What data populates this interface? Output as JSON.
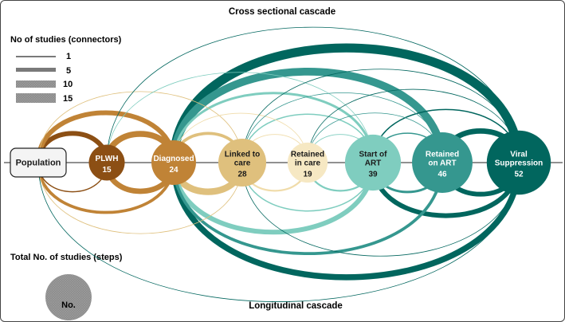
{
  "titles": {
    "top": "Cross sectional cascade",
    "bottom": "Longitudinal cascade"
  },
  "legend_connectors": {
    "title": "No of studies (connectors)",
    "items": [
      {
        "label": "1",
        "studies": 1
      },
      {
        "label": "5",
        "studies": 5
      },
      {
        "label": "10",
        "studies": 10
      },
      {
        "label": "15",
        "studies": 15
      }
    ]
  },
  "legend_steps": {
    "title": "Total No. of studies (steps)",
    "symbol_label": "No."
  },
  "nodes": [
    {
      "id": "population",
      "lines": [
        "Population"
      ],
      "count": "",
      "color": "#f4f4f4"
    },
    {
      "id": "plwh",
      "lines": [
        "PLWH"
      ],
      "count": "15",
      "color": "#8c4f14"
    },
    {
      "id": "diagnosed",
      "lines": [
        "Diagnosed"
      ],
      "count": "24",
      "color": "#c08336"
    },
    {
      "id": "linked",
      "lines": [
        "Linked to",
        "care"
      ],
      "count": "28",
      "color": "#dfc07d"
    },
    {
      "id": "retained_care",
      "lines": [
        "Retained",
        "in care"
      ],
      "count": "19",
      "color": "#f6e8c3"
    },
    {
      "id": "start_art",
      "lines": [
        "Start of",
        "ART"
      ],
      "count": "39",
      "color": "#7fcdbf"
    },
    {
      "id": "retained_art",
      "lines": [
        "Retained",
        "on ART"
      ],
      "count": "46",
      "color": "#35978f"
    },
    {
      "id": "viral",
      "lines": [
        "Viral",
        "Suppression"
      ],
      "count": "52",
      "color": "#01665e"
    }
  ],
  "connectors": [
    {
      "from": "population",
      "to": "plwh",
      "side": "top",
      "studies": 8
    },
    {
      "from": "population",
      "to": "plwh",
      "side": "bottom",
      "studies": 2
    },
    {
      "from": "population",
      "to": "diagnosed",
      "side": "top",
      "studies": 8
    },
    {
      "from": "population",
      "to": "diagnosed",
      "side": "bottom",
      "studies": 5
    },
    {
      "from": "population",
      "to": "linked",
      "side": "top",
      "studies": 1
    },
    {
      "from": "population",
      "to": "linked",
      "side": "bottom",
      "studies": 1
    },
    {
      "from": "population",
      "to": "viral",
      "side": "bottom",
      "studies": 1
    },
    {
      "from": "plwh",
      "to": "diagnosed",
      "side": "top",
      "studies": 10
    },
    {
      "from": "plwh",
      "to": "diagnosed",
      "side": "bottom",
      "studies": 9
    },
    {
      "from": "plwh",
      "to": "start_art",
      "side": "top",
      "studies": 1
    },
    {
      "from": "plwh",
      "to": "viral",
      "side": "top",
      "studies": 1
    },
    {
      "from": "diagnosed",
      "to": "linked",
      "side": "top",
      "studies": 5
    },
    {
      "from": "diagnosed",
      "to": "linked",
      "side": "bottom",
      "studies": 11
    },
    {
      "from": "diagnosed",
      "to": "retained_care",
      "side": "top",
      "studies": 1
    },
    {
      "from": "diagnosed",
      "to": "start_art",
      "side": "top",
      "studies": 4
    },
    {
      "from": "diagnosed",
      "to": "start_art",
      "side": "bottom",
      "studies": 8
    },
    {
      "from": "diagnosed",
      "to": "retained_art",
      "side": "top",
      "studies": 13
    },
    {
      "from": "diagnosed",
      "to": "retained_art",
      "side": "bottom",
      "studies": 5
    },
    {
      "from": "diagnosed",
      "to": "viral",
      "side": "top",
      "studies": 15
    },
    {
      "from": "diagnosed",
      "to": "viral",
      "side": "bottom",
      "studies": 10
    },
    {
      "from": "linked",
      "to": "retained_care",
      "side": "top",
      "studies": 1
    },
    {
      "from": "linked",
      "to": "retained_care",
      "side": "bottom",
      "studies": 3
    },
    {
      "from": "linked",
      "to": "start_art",
      "side": "top",
      "studies": 2
    },
    {
      "from": "linked",
      "to": "start_art",
      "side": "bottom",
      "studies": 2
    },
    {
      "from": "linked",
      "to": "retained_art",
      "side": "top",
      "studies": 1
    },
    {
      "from": "linked",
      "to": "viral",
      "side": "top",
      "studies": 1
    },
    {
      "from": "linked",
      "to": "viral",
      "side": "bottom",
      "studies": 1
    },
    {
      "from": "retained_care",
      "to": "start_art",
      "side": "top",
      "studies": 1
    },
    {
      "from": "retained_care",
      "to": "start_art",
      "side": "bottom",
      "studies": 3
    },
    {
      "from": "retained_care",
      "to": "retained_art",
      "side": "top",
      "studies": 1
    },
    {
      "from": "retained_care",
      "to": "viral",
      "side": "top",
      "studies": 1
    },
    {
      "from": "start_art",
      "to": "retained_art",
      "side": "top",
      "studies": 2
    },
    {
      "from": "start_art",
      "to": "retained_art",
      "side": "bottom",
      "studies": 4
    },
    {
      "from": "start_art",
      "to": "viral",
      "side": "top",
      "studies": 2
    },
    {
      "from": "start_art",
      "to": "viral",
      "side": "bottom",
      "studies": 8
    },
    {
      "from": "retained_art",
      "to": "viral",
      "side": "top",
      "studies": 9
    },
    {
      "from": "retained_art",
      "to": "viral",
      "side": "bottom",
      "studies": 8
    }
  ]
}
